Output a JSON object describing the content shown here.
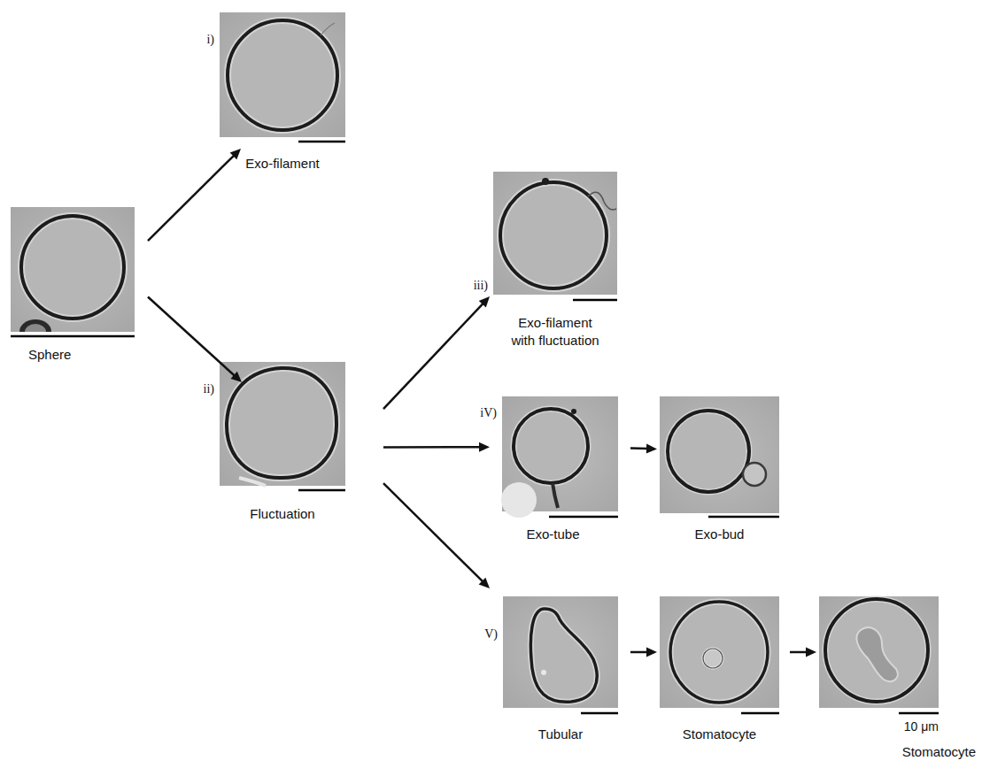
{
  "diagram": {
    "nodes": [
      {
        "text": [
          "Sphere"
        ]
      },
      {
        "text": [
          "i)",
          "Exo-filament"
        ]
      },
      {
        "text": [
          "ii)",
          "Fluctuation"
        ]
      },
      {
        "text": [
          "iii)",
          "Exo-filament with fluctuation"
        ]
      },
      {
        "text": [
          "iV)",
          "Exo-tube"
        ]
      },
      {
        "text": [
          "Exo-bud"
        ]
      },
      {
        "text": [
          "V)",
          "Tubular"
        ]
      },
      {
        "text": [
          "Stomatocyte"
        ]
      },
      {
        "text": [
          "Stomatocyte"
        ]
      }
    ],
    "edges": [
      {
        "from": 0,
        "to": 1,
        "arrow": "to"
      },
      {
        "from": 0,
        "to": 2,
        "arrow": "to"
      },
      {
        "from": 2,
        "to": 3,
        "arrow": "to"
      },
      {
        "from": 2,
        "to": 4,
        "arrow": "to"
      },
      {
        "from": 2,
        "to": 6,
        "arrow": "to"
      },
      {
        "from": 4,
        "to": 5,
        "arrow": "to"
      },
      {
        "from": 6,
        "to": 7,
        "arrow": "to"
      },
      {
        "from": 7,
        "to": 8,
        "arrow": "to"
      }
    ],
    "labels": [
      "10 μm"
    ]
  }
}
